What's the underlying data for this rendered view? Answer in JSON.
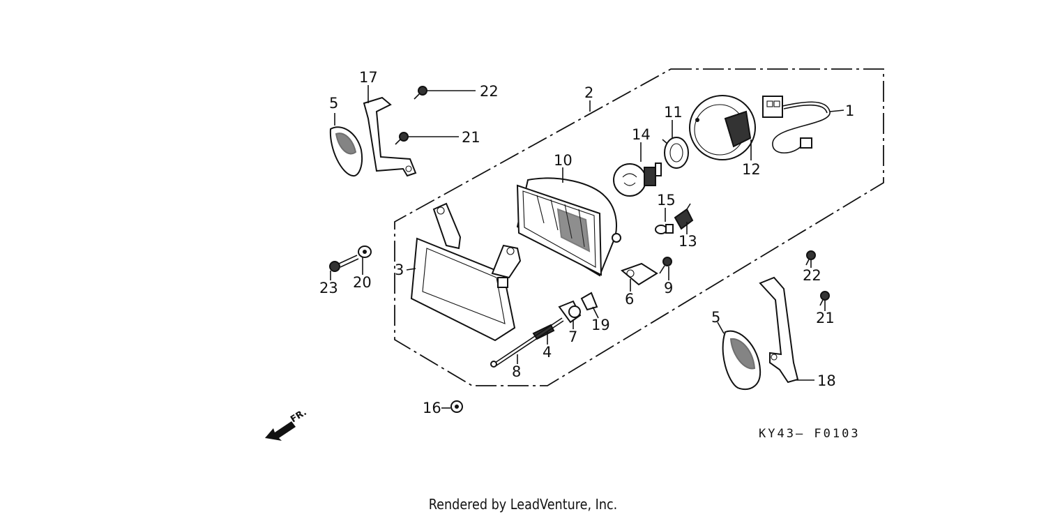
{
  "diagram": {
    "callouts": {
      "c1": "1",
      "c2": "2",
      "c3": "3",
      "c4": "4",
      "c5a": "5",
      "c5b": "5",
      "c6": "6",
      "c7": "7",
      "c8": "8",
      "c9": "9",
      "c10": "10",
      "c11": "11",
      "c12": "12",
      "c13": "13",
      "c14": "14",
      "c15": "15",
      "c16": "16",
      "c17": "17",
      "c18": "18",
      "c19": "19",
      "c20": "20",
      "c21a": "21",
      "c21b": "21",
      "c22a": "22",
      "c22b": "22",
      "c23": "23"
    },
    "front_marker": "FR.",
    "figure_code": "KY43— F0103"
  },
  "footer": {
    "text": "Rendered by LeadVenture, Inc."
  }
}
